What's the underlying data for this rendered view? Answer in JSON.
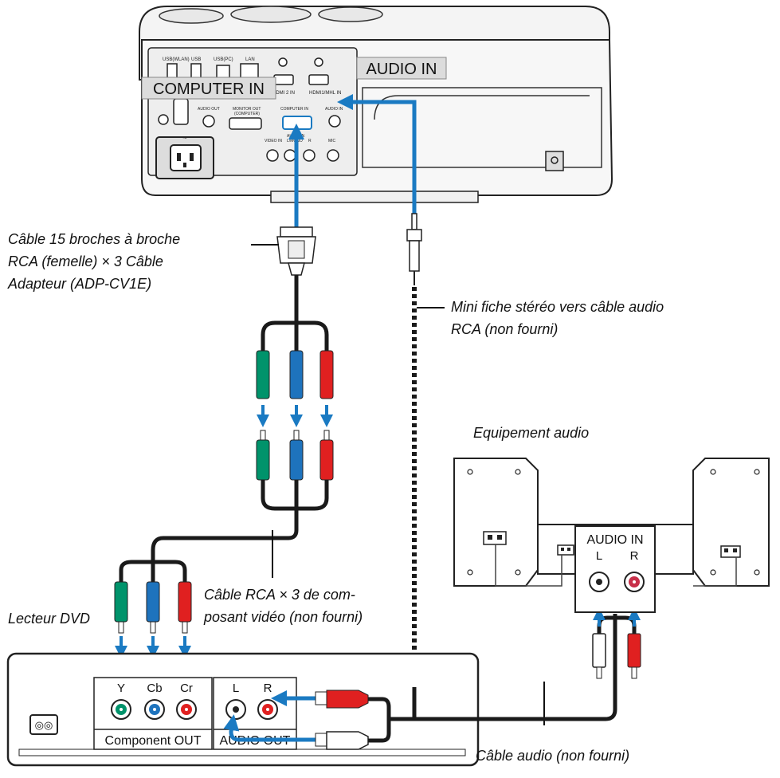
{
  "projector": {
    "computer_in_tag": "COMPUTER IN",
    "audio_in_tag": "AUDIO IN",
    "ports": {
      "usb_wlan": "USB(WLAN)",
      "usb": "USB",
      "usb_pc": "USB(PC)",
      "lan": "LAN",
      "hdmi2_in": "HDMI 2 IN",
      "hdmi1_mhl_in": "HDMI1/MHL IN",
      "audio_out": "AUDIO OUT",
      "monitor_out": "MONITOR OUT",
      "monitor_out_sub": "(COMPUTER)",
      "computer_in": "COMPUTER IN",
      "audio_in": "AUDIO IN",
      "video_in": "VIDEO IN",
      "audio_in_small": "AUDIO IN",
      "l_mono": "L/MONO",
      "r": "R",
      "mic": "MIC"
    }
  },
  "labels": {
    "adapter_cable_l1": "Câble 15 broches à broche",
    "adapter_cable_l2": "RCA (femelle) × 3 Câble",
    "adapter_cable_l3": "Adapteur (ADP-CV1E)",
    "mini_plug_l1": "Mini fiche stéréo vers câble audio",
    "mini_plug_l2": "RCA (non fourni)",
    "audio_equipment": "Equipement audio",
    "component_cable_l1": "Câble RCA × 3 de com-",
    "component_cable_l2": "posant vidéo (non fourni)",
    "dvd_player": "Lecteur DVD",
    "audio_cable": "Câble audio (non fourni)"
  },
  "dvd": {
    "y": "Y",
    "cb": "Cb",
    "cr": "Cr",
    "l": "L",
    "r": "R",
    "component_out": "Component OUT",
    "audio_out": "AUDIO OUT"
  },
  "speakers": {
    "audio_in": "AUDIO IN",
    "l": "L",
    "r": "R"
  },
  "colors": {
    "arrow_blue": "#1a7ac2",
    "plug_green": "#00936b",
    "plug_blue": "#1e73bd",
    "plug_red": "#e02020",
    "cable": "#1a1a1a"
  }
}
